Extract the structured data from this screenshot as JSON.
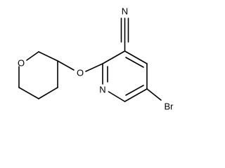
{
  "molecule": {
    "atoms": {
      "nitrile_n": "N",
      "ether_o": "O",
      "ring_o": "O",
      "pyridine_n": "N",
      "bromine": "Br"
    }
  }
}
